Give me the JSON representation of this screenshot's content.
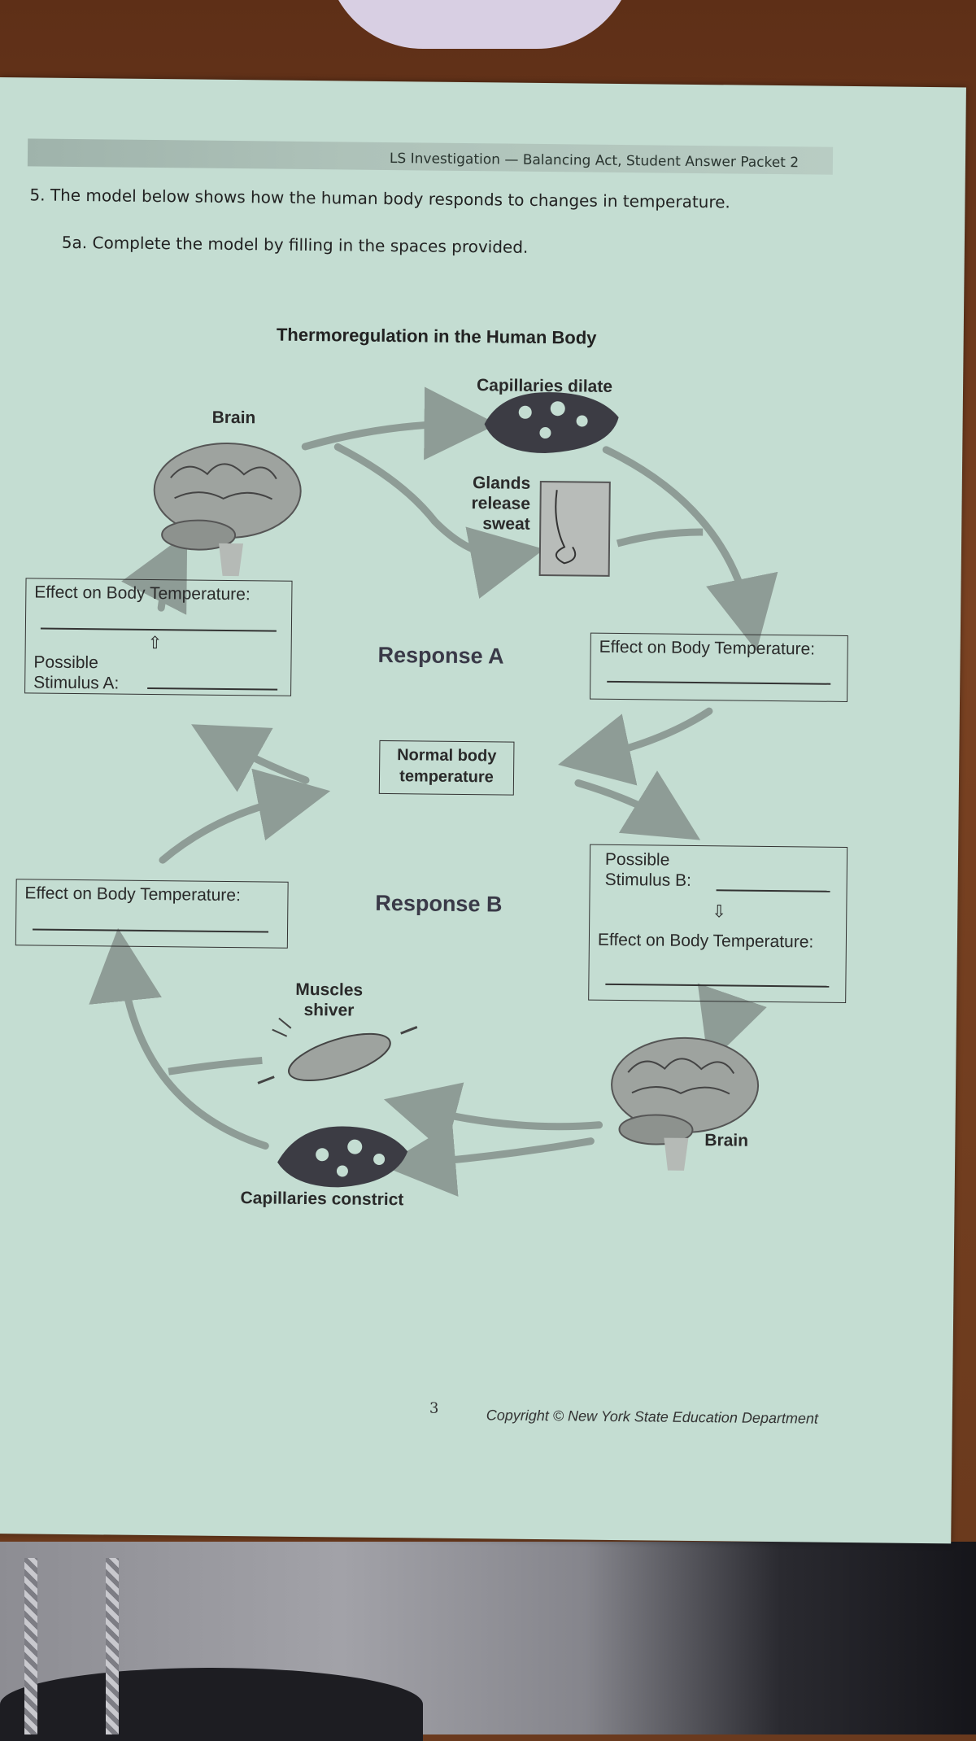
{
  "header": "LS Investigation — Balancing Act, Student Answer Packet 2",
  "question5": "5.  The model below shows how the human body responds to changes in temperature.",
  "question5a": "5a.  Complete the model by filling in the spaces provided.",
  "diagram": {
    "title": "Thermoregulation in the Human Body",
    "brain_top": "Brain",
    "capillaries_dilate": "Capillaries dilate",
    "glands_release_sweat": [
      "Glands",
      "release",
      "sweat"
    ],
    "response_a": "Response A",
    "response_b": "Response B",
    "normal_temp": [
      "Normal body",
      "temperature"
    ],
    "effect_label": "Effect on Body Temperature:",
    "possible_a": [
      "Possible",
      "Stimulus A:"
    ],
    "possible_b": [
      "Possible",
      "Stimulus B:"
    ],
    "muscles_shiver": [
      "Muscles",
      "shiver"
    ],
    "capillaries_constrict": "Capillaries constrict",
    "brain_bottom": "Brain"
  },
  "page_number": "3",
  "copyright": "Copyright © New York State Education Department",
  "icons": [
    "brain-icon",
    "capillary-icon",
    "sweat-gland-icon",
    "muscle-icon",
    "arrow-icon"
  ]
}
